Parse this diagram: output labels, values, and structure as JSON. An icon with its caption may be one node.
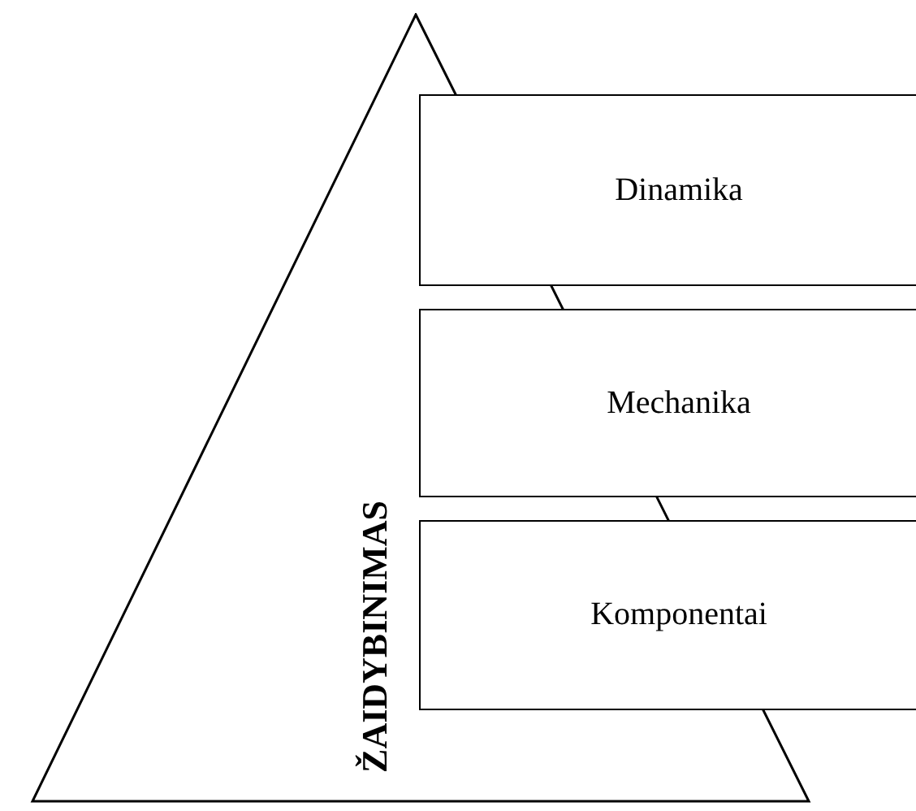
{
  "diagram": {
    "nodes": [
      {
        "text": [
          "ŽAIDYBINIMAS"
        ]
      },
      {
        "text": [
          "Dinamika"
        ]
      },
      {
        "text": [
          "Mechanika"
        ]
      },
      {
        "text": [
          "Komponentai"
        ]
      }
    ]
  }
}
